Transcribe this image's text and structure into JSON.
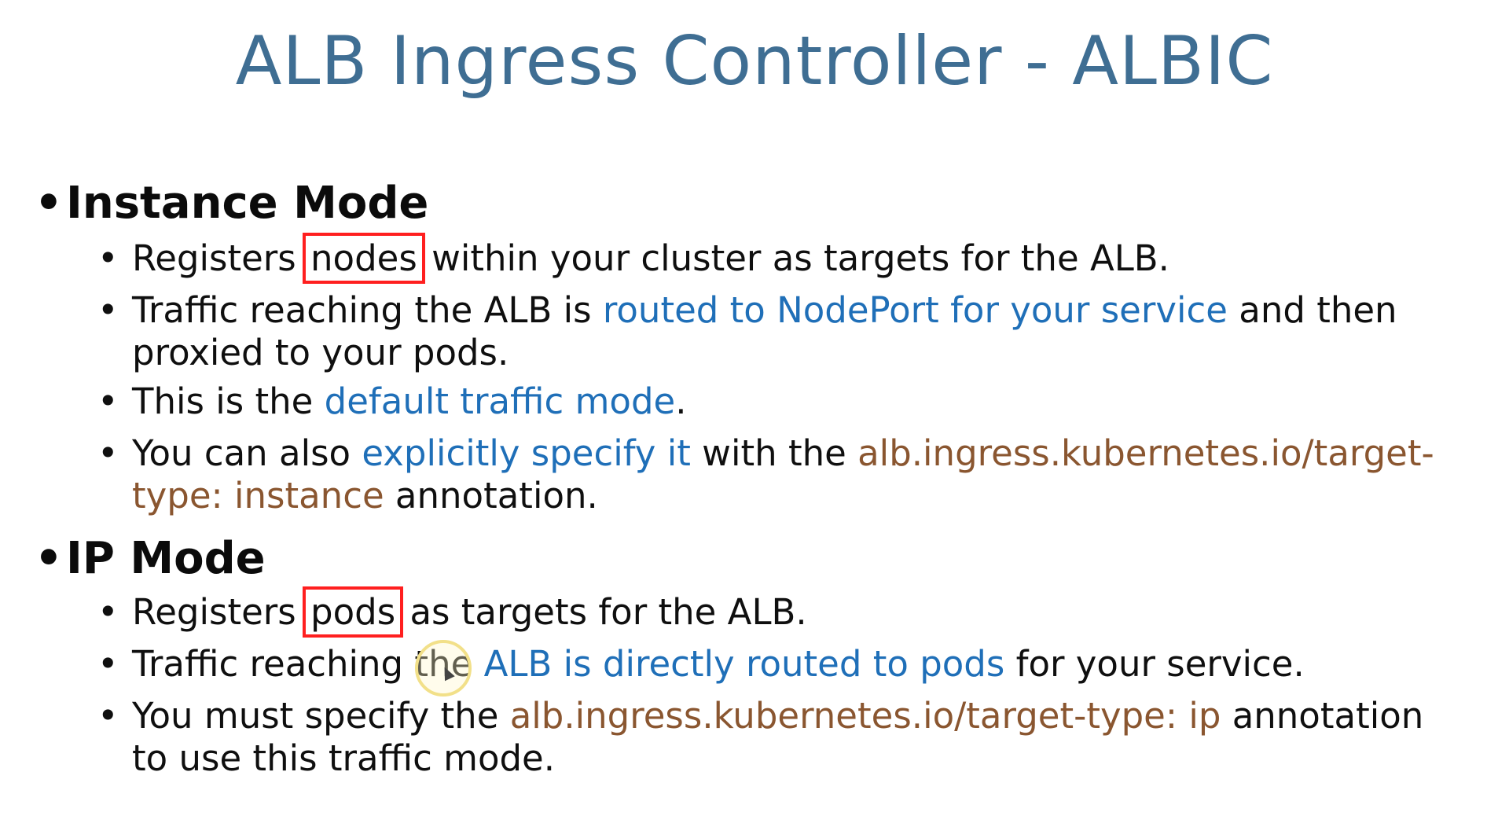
{
  "title": "ALB Ingress Controller - ALBIC",
  "bullet_char": "•",
  "sections": [
    {
      "heading": "Instance Mode",
      "items": [
        {
          "parts": [
            {
              "t": "Registers ",
              "s": ""
            },
            {
              "t": "nodes",
              "s": "boxed"
            },
            {
              "t": " within your cluster as targets for the ALB.",
              "s": ""
            }
          ]
        },
        {
          "parts": [
            {
              "t": "Traffic reaching the ALB is ",
              "s": ""
            },
            {
              "t": "routed to NodePort for your service",
              "s": "blue"
            },
            {
              "t": " and then proxied to your pods.",
              "s": ""
            }
          ]
        },
        {
          "parts": [
            {
              "t": "This is the ",
              "s": ""
            },
            {
              "t": "default traffic mode",
              "s": "blue"
            },
            {
              "t": ".",
              "s": ""
            }
          ]
        },
        {
          "parts": [
            {
              "t": "You can also ",
              "s": ""
            },
            {
              "t": "explicitly specify it",
              "s": "blue"
            },
            {
              "t": " with the ",
              "s": ""
            },
            {
              "t": "alb.ingress.kubernetes.io/target-type: instance",
              "s": "brown"
            },
            {
              "t": " annotation.",
              "s": ""
            }
          ]
        }
      ]
    },
    {
      "heading": "IP Mode",
      "items": [
        {
          "parts": [
            {
              "t": "Registers ",
              "s": ""
            },
            {
              "t": "pods",
              "s": "boxed"
            },
            {
              "t": " as targets for the ALB.",
              "s": ""
            }
          ]
        },
        {
          "parts": [
            {
              "t": "Traffic reaching the ",
              "s": ""
            },
            {
              "t": "ALB is directly routed to pods",
              "s": "blue"
            },
            {
              "t": " for your service.",
              "s": ""
            }
          ]
        },
        {
          "parts": [
            {
              "t": "You must specify the ",
              "s": ""
            },
            {
              "t": "alb.ingress.kubernetes.io/target-type: ip",
              "s": "brown"
            },
            {
              "t": " annotation to use this traffic mode.",
              "s": ""
            }
          ]
        }
      ]
    }
  ],
  "colors": {
    "title": "#3f6e93",
    "blue_text": "#1f6fb8",
    "brown_text": "#8a5630",
    "highlight_box": "#ff1f1f"
  }
}
